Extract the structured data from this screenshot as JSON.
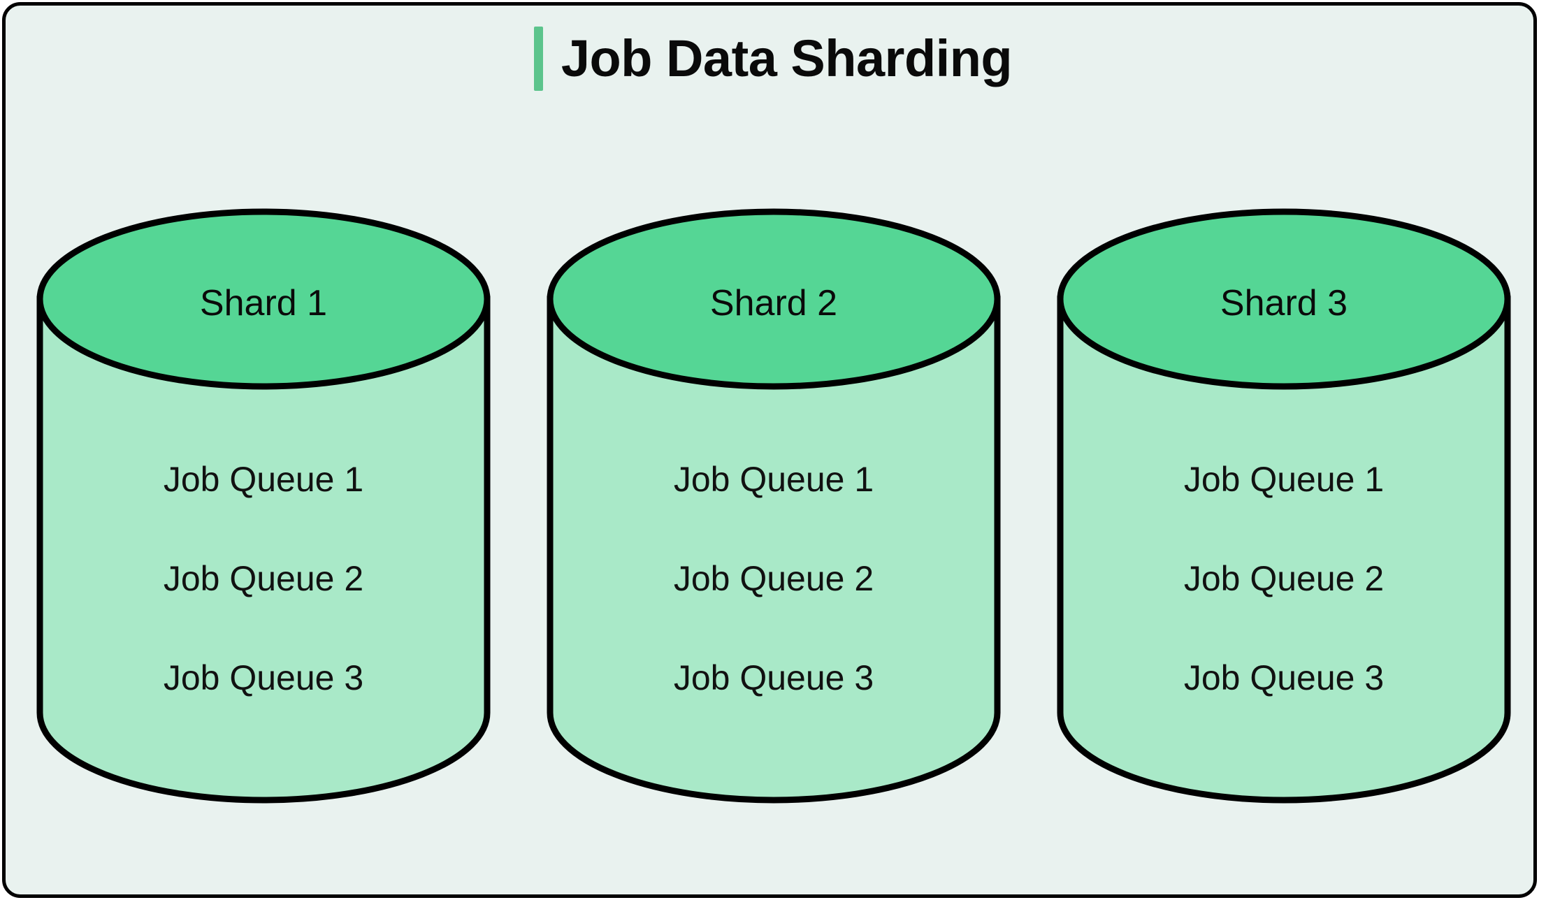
{
  "diagram": {
    "title": "Job Data Sharding",
    "background_color": "#e9f2ef",
    "border_color": "#000000",
    "accent_color": "#5cc48c",
    "cylinder_top_color": "#55d695",
    "cylinder_body_color": "#a9e9c8",
    "text_color": "#0a0a0a"
  },
  "shards": [
    {
      "label": "Shard 1",
      "queues": [
        {
          "label": "Job Queue 1"
        },
        {
          "label": "Job Queue 2"
        },
        {
          "label": "Job Queue 3"
        }
      ]
    },
    {
      "label": "Shard 2",
      "queues": [
        {
          "label": "Job Queue 1"
        },
        {
          "label": "Job Queue 2"
        },
        {
          "label": "Job Queue 3"
        }
      ]
    },
    {
      "label": "Shard 3",
      "queues": [
        {
          "label": "Job Queue 1"
        },
        {
          "label": "Job Queue 2"
        },
        {
          "label": "Job Queue 3"
        }
      ]
    }
  ]
}
